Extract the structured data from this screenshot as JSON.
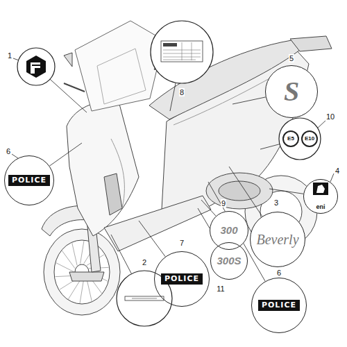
{
  "diagram": {
    "nodes": [
      {
        "text": [
          "POLICE"
        ]
      },
      {
        "text": [
          "S"
        ]
      },
      {
        "text": [
          "E5"
        ]
      },
      {
        "text": [
          "E10"
        ]
      },
      {
        "text": [
          "eni"
        ]
      },
      {
        "text": [
          "Beverly"
        ]
      },
      {
        "text": [
          "300"
        ]
      },
      {
        "text": [
          "300S"
        ]
      },
      {
        "text": [
          "POLICE"
        ]
      },
      {
        "text": [
          "POLICE"
        ]
      }
    ],
    "labels": [
      "1",
      "6",
      "8",
      "5",
      "10",
      "4",
      "3",
      "9",
      "11",
      "7",
      "2",
      "6"
    ]
  }
}
